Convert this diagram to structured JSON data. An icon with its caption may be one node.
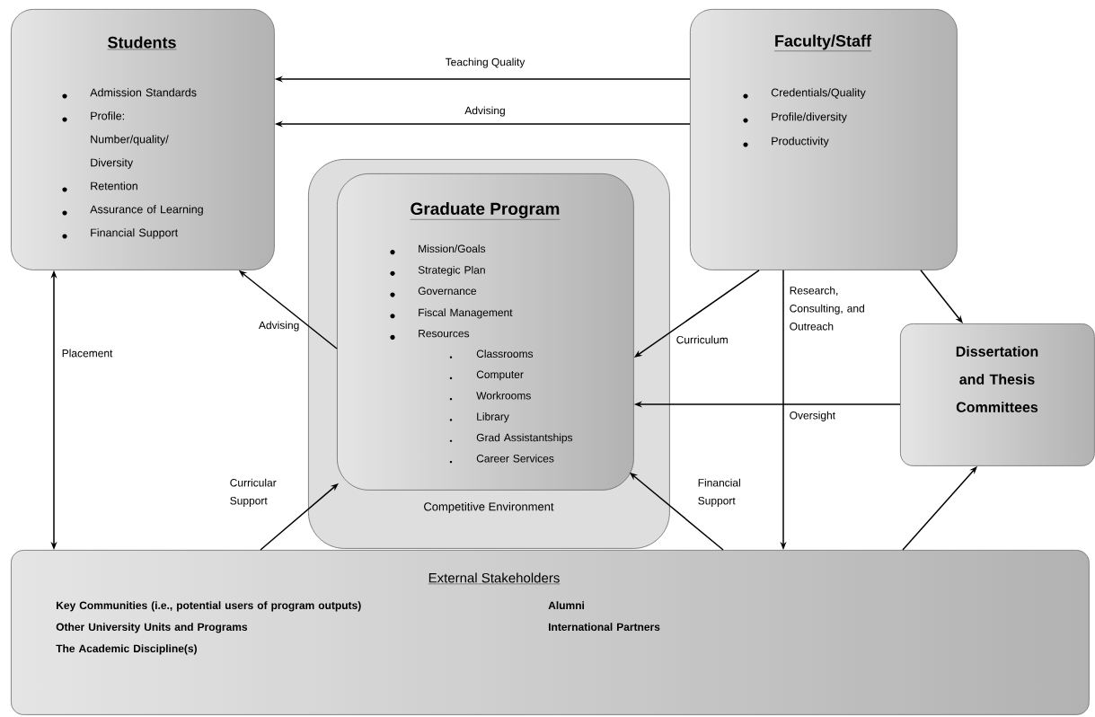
{
  "diagram": {
    "nodes": [
      {
        "text": [
          "Students",
          "Admission Standards",
          "Profile: Number/quality/ Diversity",
          "Retention",
          "Assurance of Learning",
          "Financial Support"
        ]
      },
      {
        "text": [
          "Faculty/Staff",
          "Credentials/Quality",
          "Profile/diversity",
          "Productivity"
        ]
      },
      {
        "text": [
          "Competitive Environment"
        ]
      },
      {
        "text": [
          "Graduate Program",
          "Mission/Goals",
          "Strategic Plan",
          "Governance",
          "Fiscal Management",
          "Resources",
          "Classrooms",
          "Computer",
          "Workrooms",
          "Library",
          "Grad Assistantships",
          "Career Services"
        ],
        "in": 2
      },
      {
        "text": [
          "Dissertation and Thesis Committees"
        ]
      },
      {
        "text": [
          "External Stakeholders",
          "Key Communities (i.e., potential users of program outputs)",
          "Other University Units and Programs",
          "The Academic Discipline(s)",
          "Alumni",
          "International Partners"
        ]
      }
    ],
    "edges": [
      {
        "from": 1,
        "to": 0,
        "arrow": "to",
        "label": "Teaching Quality"
      },
      {
        "from": 1,
        "to": 0,
        "arrow": "to",
        "label": "Advising"
      },
      {
        "from": 3,
        "to": 0,
        "arrow": "to",
        "label": "Advising"
      },
      {
        "from": 0,
        "to": 5,
        "arrow": "both",
        "label": "Placement"
      },
      {
        "from": 5,
        "to": 3,
        "arrow": "to",
        "label": "Curricular Support"
      },
      {
        "from": 5,
        "to": 3,
        "arrow": "to",
        "label": "Financial Support"
      },
      {
        "from": 1,
        "to": 3,
        "arrow": "to",
        "label": "Curriculum"
      },
      {
        "from": 1,
        "to": 5,
        "arrow": "to",
        "label": "Research, Consulting, and Outreach"
      },
      {
        "from": 4,
        "to": 3,
        "arrow": "to",
        "label": "Oversight"
      },
      {
        "from": 1,
        "to": 4,
        "arrow": "to"
      },
      {
        "from": 5,
        "to": 4,
        "arrow": "to"
      }
    ]
  }
}
